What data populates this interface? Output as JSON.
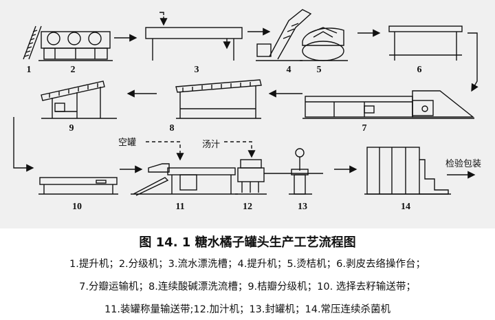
{
  "diagram": {
    "step_numbers": [
      "1",
      "2",
      "3",
      "4",
      "5",
      "6",
      "7",
      "8",
      "9",
      "10",
      "11",
      "12",
      "13",
      "14"
    ],
    "labels": {
      "empty_can": "空罐",
      "syrup": "汤汁",
      "inspect_pack": "检验包装"
    }
  },
  "caption": "图 14. 1 糖水橘子罐头生产工艺流程图",
  "legend": {
    "line1": "1.提升机；2.分级机；3.流水漂洗槽；4.提升机；5.烫桔机；6.剥皮去络操作台；",
    "line2": "7.分瓣运输机；8.连续酸碱漂洗流槽；9.桔瓣分级机；10. 选择去籽输送带；",
    "line3": "11.装罐称量输送带;12.加汁机；13.封罐机；14.常压连续杀菌机"
  }
}
